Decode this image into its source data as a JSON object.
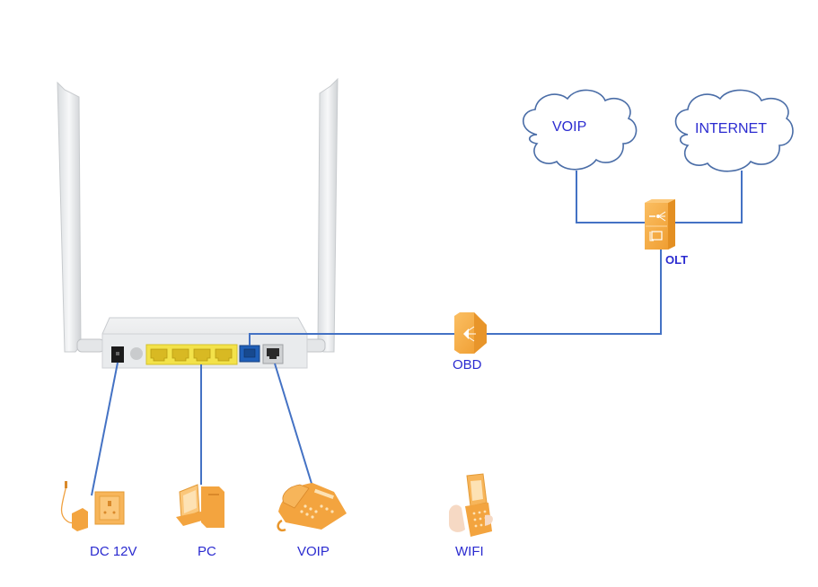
{
  "diagram": {
    "title": "ONU network connection diagram",
    "line_color": "#4472c4",
    "label_color": "#2b2bd0",
    "icon_color": "#f5a742",
    "clouds": [
      {
        "id": "voip-cloud",
        "label": "VOIP"
      },
      {
        "id": "internet-cloud",
        "label": "INTERNET"
      }
    ],
    "olt": {
      "label": "OLT"
    },
    "obd": {
      "label": "OBD"
    },
    "router": {
      "ports": [
        "DC power",
        "power button",
        "LAN1",
        "LAN2",
        "LAN3",
        "LAN4",
        "PON",
        "TEL"
      ]
    },
    "devices": [
      {
        "id": "dc12v",
        "label": "DC 12V",
        "icon": "power-outlet-icon"
      },
      {
        "id": "pc",
        "label": "PC",
        "icon": "computer-icon"
      },
      {
        "id": "voip",
        "label": "VOIP",
        "icon": "telephone-icon"
      },
      {
        "id": "wifi",
        "label": "WIFI",
        "icon": "mobile-phone-icon"
      }
    ]
  }
}
